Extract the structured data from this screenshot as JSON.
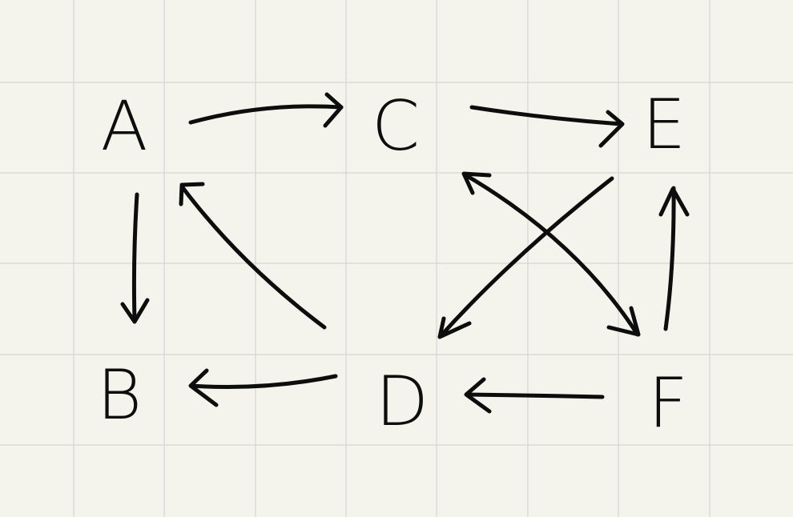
{
  "nodes": [
    {
      "id": "A",
      "label": "A"
    },
    {
      "id": "B",
      "label": "B"
    },
    {
      "id": "C",
      "label": "C"
    },
    {
      "id": "D",
      "label": "D"
    },
    {
      "id": "E",
      "label": "E"
    },
    {
      "id": "F",
      "label": "F"
    }
  ],
  "edges": [
    {
      "from": "A",
      "to": "C"
    },
    {
      "from": "A",
      "to": "B"
    },
    {
      "from": "C",
      "to": "E"
    },
    {
      "from": "D",
      "to": "A"
    },
    {
      "from": "D",
      "to": "B"
    },
    {
      "from": "E",
      "to": "D"
    },
    {
      "from": "F",
      "to": "C"
    },
    {
      "from": "C",
      "to": "F"
    },
    {
      "from": "F",
      "to": "D"
    },
    {
      "from": "F",
      "to": "E"
    }
  ],
  "colors": {
    "background": "#f4f4ec",
    "grid": "#d6d6d0",
    "ink": "#0d0d0d"
  }
}
